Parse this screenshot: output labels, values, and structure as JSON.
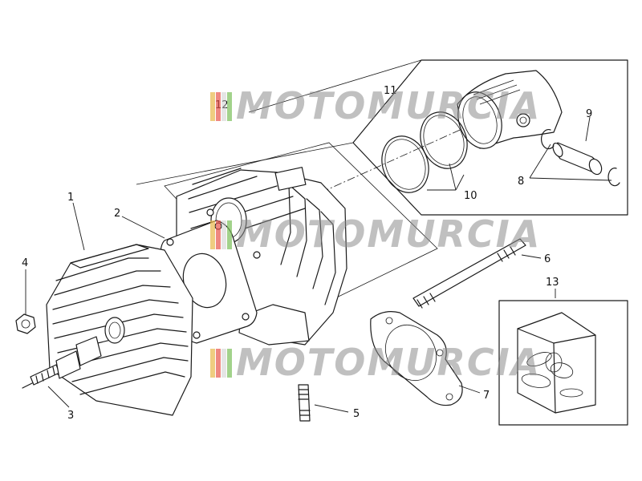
{
  "watermark": {
    "text": "MOTOMURCIA",
    "stripe_colors": [
      "#e8b84a",
      "#e8564a",
      "#ffffff",
      "#7bbf5a",
      "#e8b84a"
    ]
  },
  "callouts": {
    "n1": "1",
    "n2": "2",
    "n3": "3",
    "n4": "4",
    "n5": "5",
    "n6": "6",
    "n7": "7",
    "n8": "8",
    "n9": "9",
    "n10": "10",
    "n11": "11",
    "n12": "12",
    "n13": "13"
  },
  "colors": {
    "line": "#1a1a1a",
    "background": "#ffffff"
  }
}
